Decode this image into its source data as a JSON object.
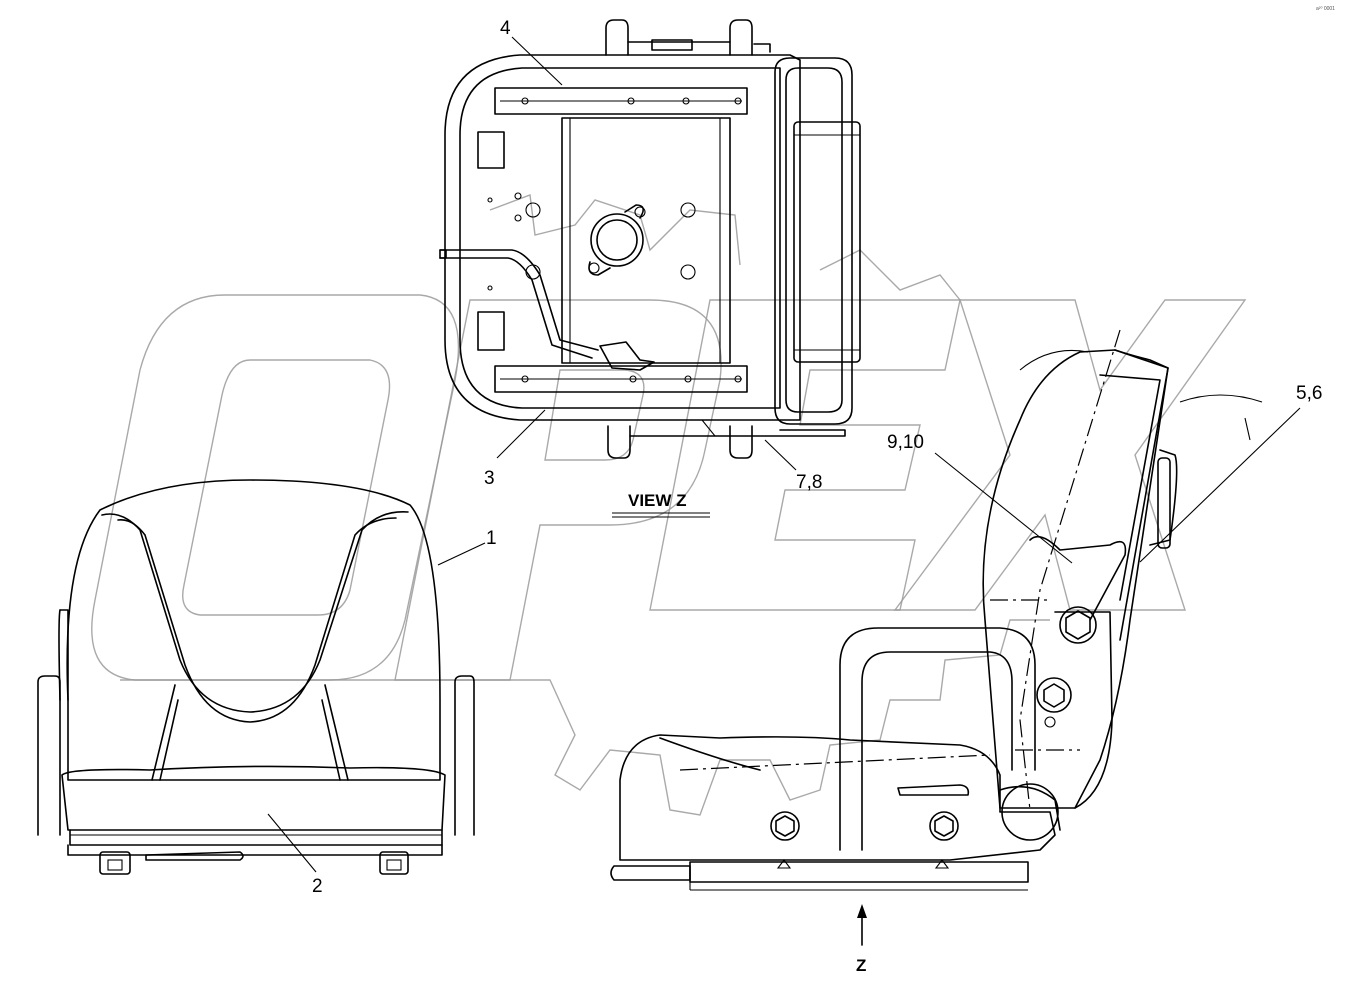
{
  "watermark": "OPEX",
  "callouts": {
    "c1": "1",
    "c2": "2",
    "c3": "3",
    "c4": "4",
    "c56": "5,6",
    "c78": "7,8",
    "c910": "9,10"
  },
  "view_label": "VIEW  Z",
  "view_arrow_label": "Z",
  "corner_mark": "a²⁰ 0001"
}
